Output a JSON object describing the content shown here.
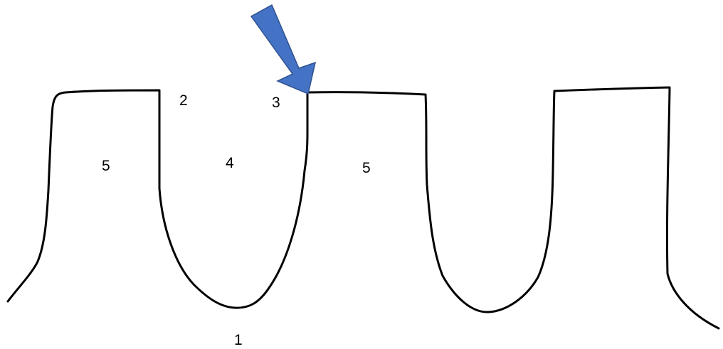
{
  "diagram": {
    "labels": {
      "region_1": "1",
      "region_2": "2",
      "region_3": "3",
      "region_4": "4",
      "region_5_left": "5",
      "region_5_right": "5"
    },
    "colors": {
      "outline": "#000000",
      "arrow_fill": "#4472c4",
      "arrow_stroke": "#2f528f",
      "background": "#ffffff"
    },
    "icons": {
      "pointer": "arrow-down-right-icon"
    }
  }
}
